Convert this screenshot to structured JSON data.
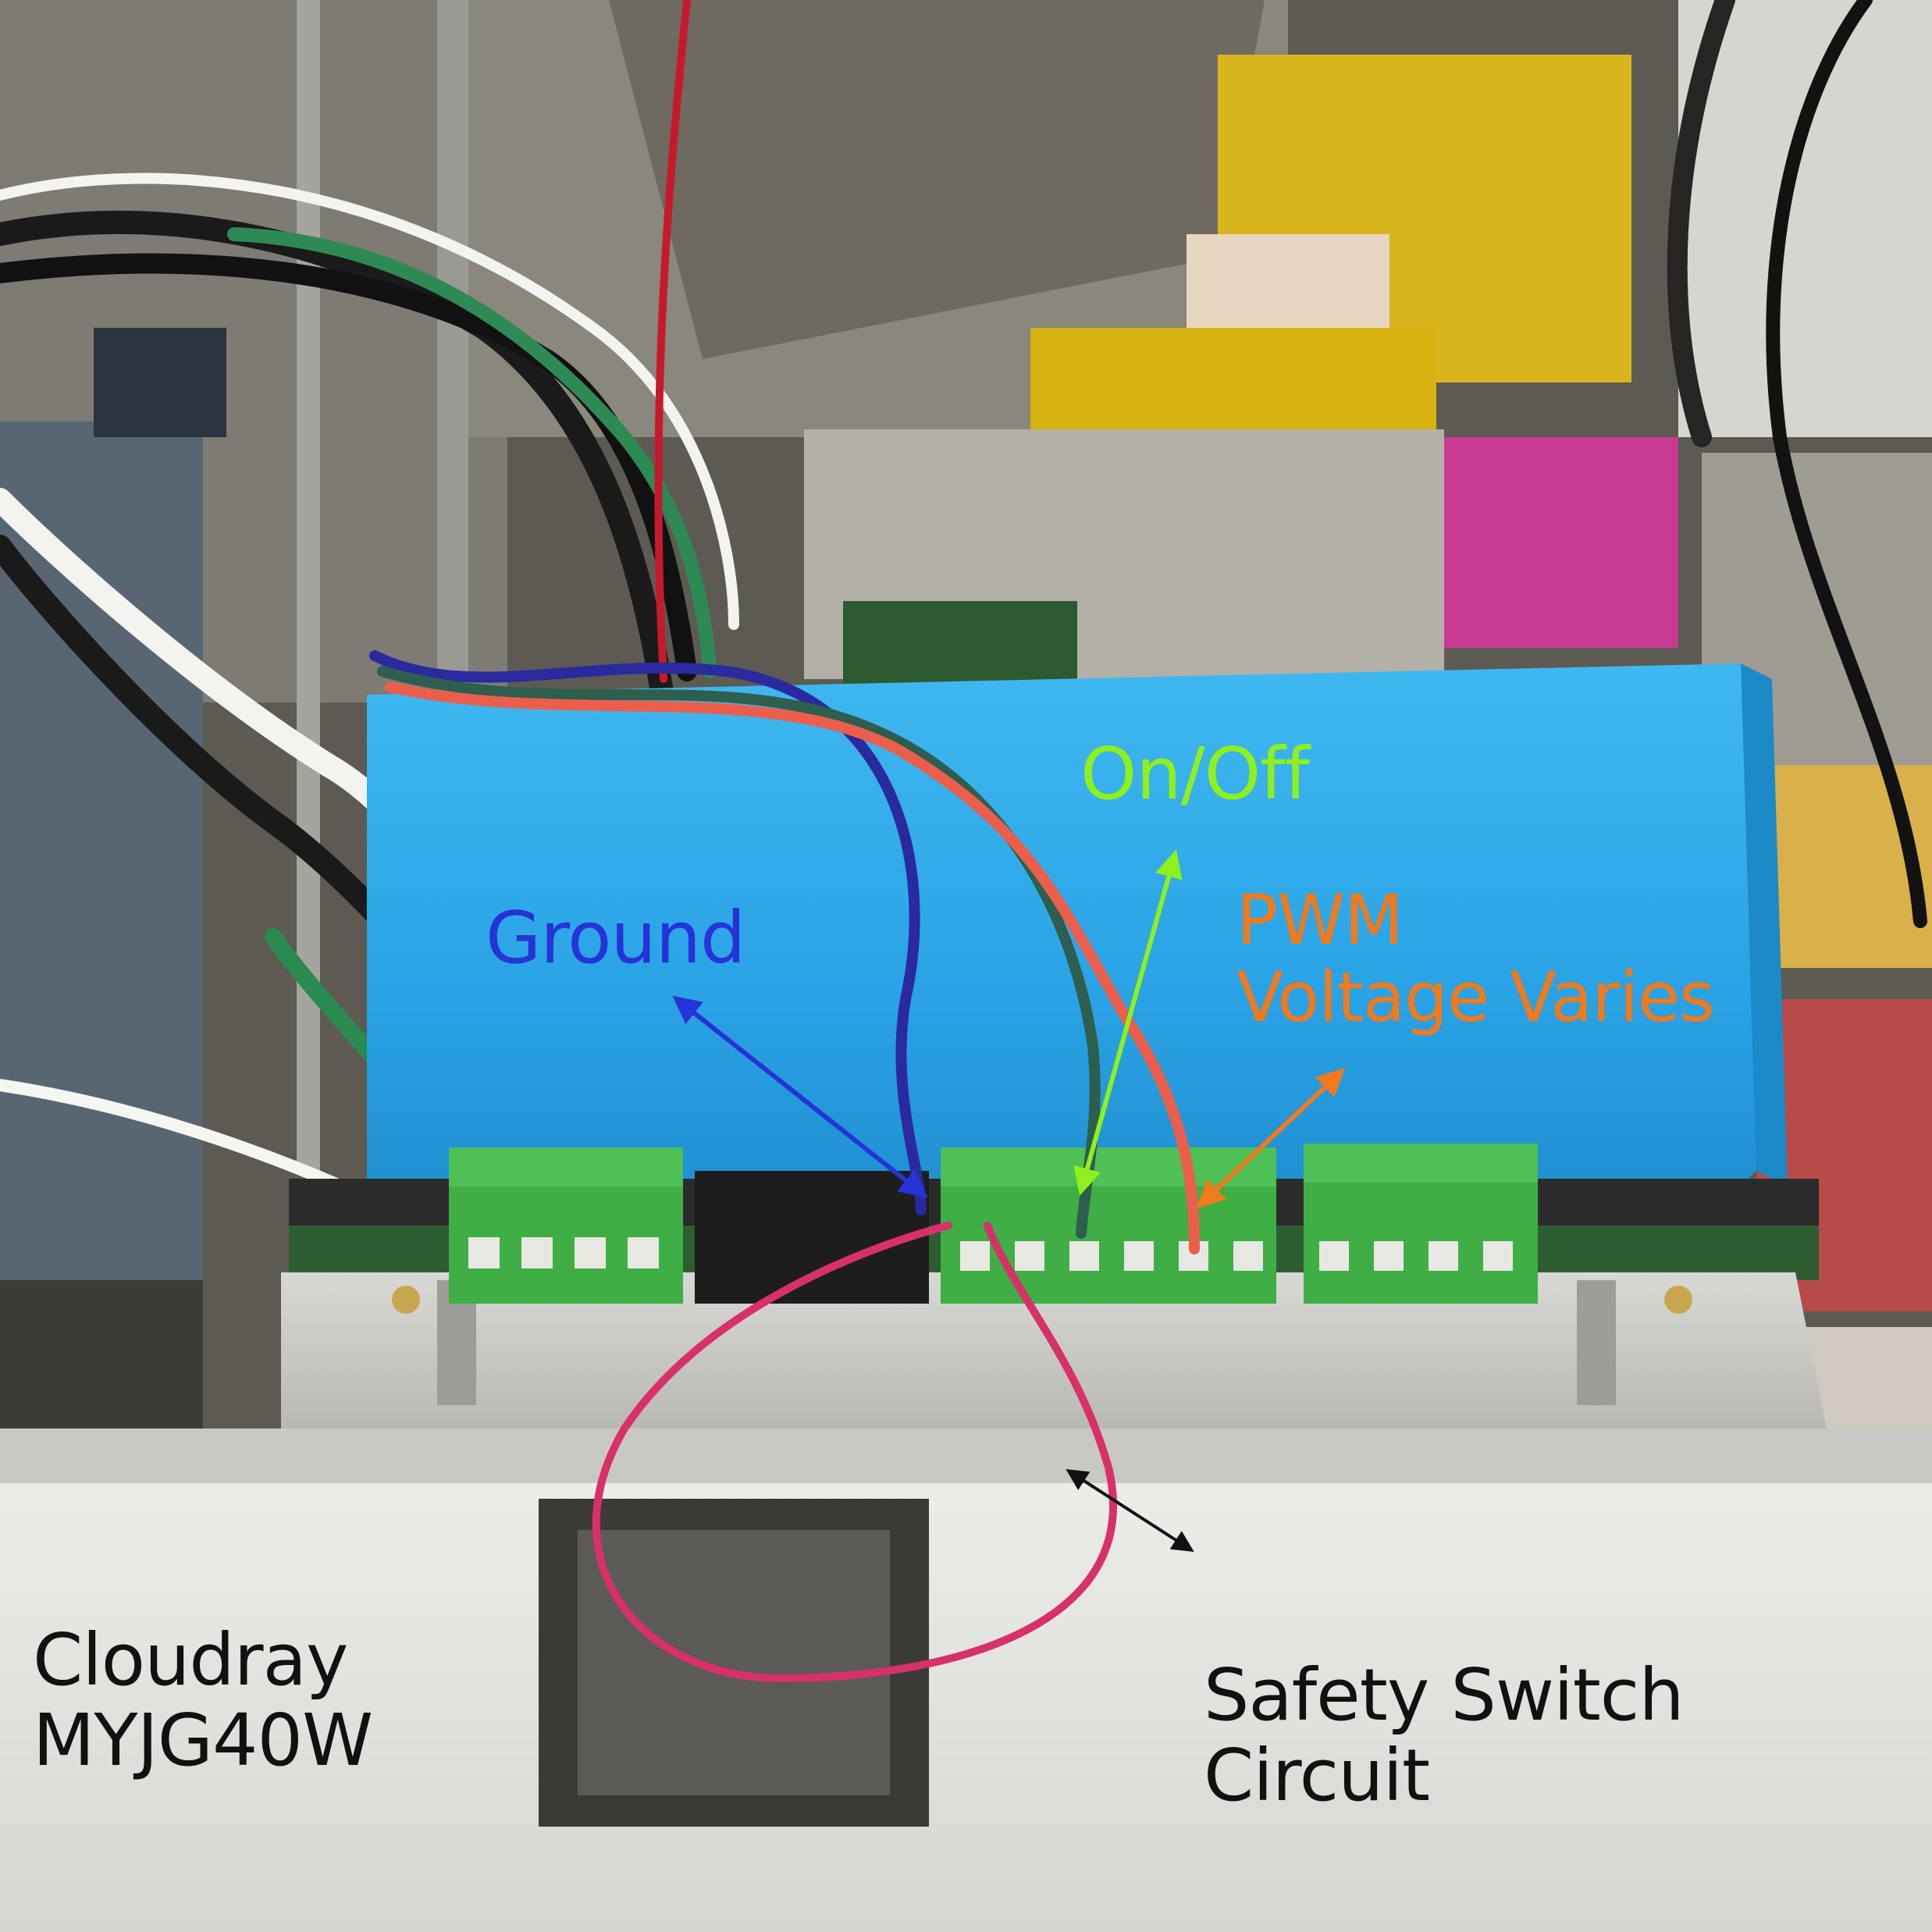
{
  "labels": {
    "ground": "Ground",
    "on_off": "On/Off",
    "pwm_line1": "PWM",
    "pwm_line2": "Voltage Varies",
    "safety_line1": "Safety Switch",
    "safety_line2": "Circuit",
    "model_line1": "Cloudray",
    "model_line2": "MYJG40W"
  },
  "colors": {
    "ground": "#2633d6",
    "on_off": "#8ef01c",
    "pwm": "#f07a1c",
    "safety": "#111111",
    "model": "#111111",
    "psu_blue": "#2aa6e8",
    "terminal_green": "#3fae45",
    "safety_wire": "#d8306a"
  },
  "icons": {
    "ground_arrow": "double-arrow-icon",
    "on_off_arrow": "double-arrow-icon",
    "pwm_arrow": "double-arrow-icon",
    "safety_arrow": "double-arrow-icon"
  }
}
